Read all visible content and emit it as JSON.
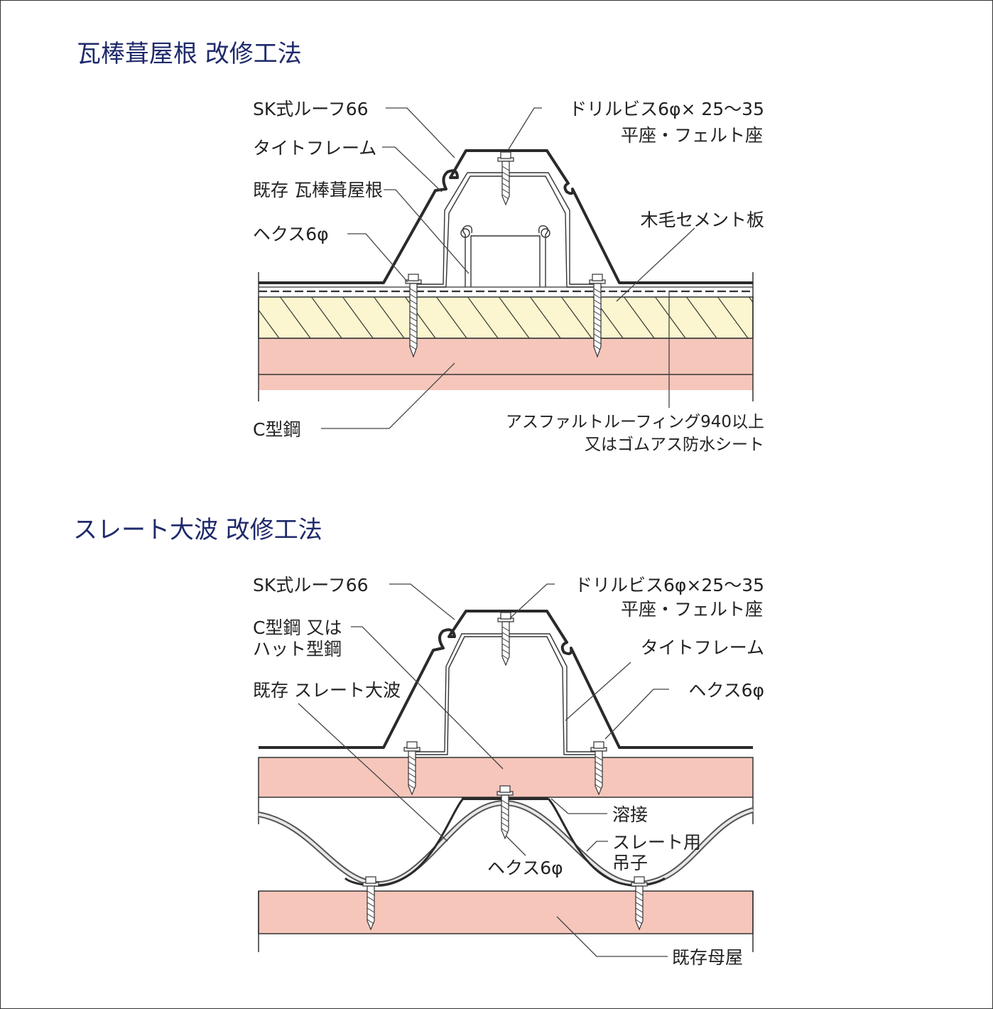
{
  "section1": {
    "title": "瓦棒葺屋根 改修工法",
    "labels": {
      "sk_roof": "SK式ルーフ66",
      "tight_frame": "タイトフレーム",
      "existing_roof": "既存 瓦棒葺屋根",
      "hex": "ヘクス6φ",
      "drill_line1": "ドリルビス6φ× 25～35",
      "drill_line2": "平座・フェルト座",
      "wood_cement": "木毛セメント板",
      "c_steel": "C型鋼",
      "asphalt_line1": "アスファルトルーフィング940以上",
      "asphalt_line2": "又はゴムアス防水シート"
    }
  },
  "section2": {
    "title": "スレート大波 改修工法",
    "labels": {
      "sk_roof": "SK式ルーフ66",
      "c_steel_line1": "C型鋼 又は",
      "c_steel_line2": "ハット型鋼",
      "existing_slate": "既存 スレート大波",
      "drill_line1": "ドリルビス6φ×25～35",
      "drill_line2": "平座・フェルト座",
      "tight_frame": "タイトフレーム",
      "hex_top": "ヘクス6φ",
      "weld": "溶接",
      "slate_hanger_line1": "スレート用",
      "slate_hanger_line2": "吊子",
      "hex_mid": "ヘクス6φ",
      "existing_purlin": "既存母屋"
    }
  },
  "colors": {
    "title": "#1f2a6b",
    "steel_fill": "#f6c6bb",
    "wood_cement_fill": "#fbf6cf",
    "line": "#333333"
  }
}
